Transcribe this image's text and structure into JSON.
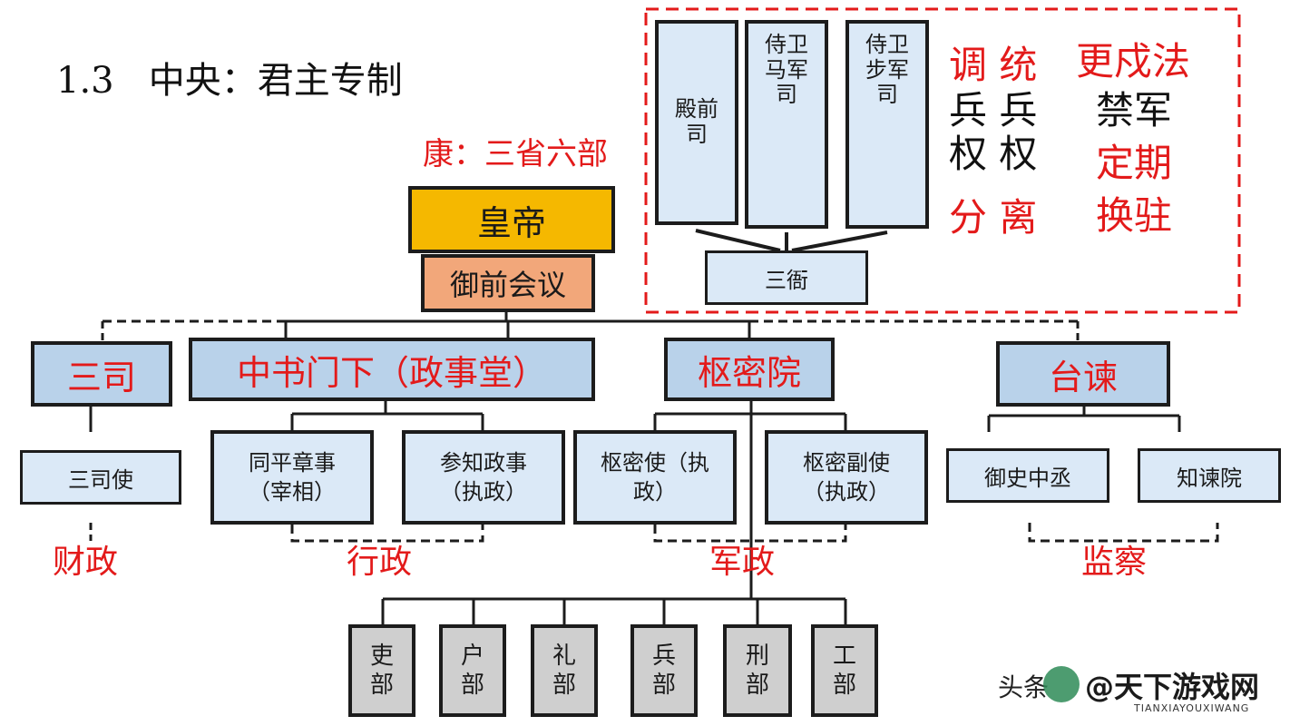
{
  "colors": {
    "red": "#e31a1a",
    "emperor": "#f5b800",
    "council": "#f2a77a",
    "blue_light": "#dbe9f7",
    "blue_mid": "#b9d2ea",
    "gray": "#cfcfcf"
  },
  "slide": {
    "title": "1.3   中央：君主专制",
    "overlay_text": "康：三省六部"
  },
  "top": {
    "emperor": "皇帝",
    "council": "御前会议"
  },
  "guards": {
    "dianqian": "殿前\n司",
    "mabu": "侍卫\n马军\n司",
    "buju": "侍卫\n步军\n司",
    "sanya": "三衙"
  },
  "policies": {
    "line1_left": "调 统",
    "line2_left": "兵 兵",
    "line3_left": "权 权",
    "line4_left": "分 离",
    "right1": "更戍法",
    "right2": "禁军",
    "right3": "定期",
    "right4": "换驻"
  },
  "departments": {
    "sansi": "三司",
    "zhongshu": "中书门下（政事堂）",
    "shumi": "枢密院",
    "taijian": "台谏"
  },
  "officials": {
    "sansishi": "三司使",
    "tongping": "同平章事\n（宰相）",
    "canzhi": "参知政事\n（执政）",
    "shumishi": "枢密使（执\n政）",
    "shumifu": "枢密副使\n（执政）",
    "yushi": "御史中丞",
    "zhijian": "知谏院"
  },
  "functions": {
    "caizheng": "财政",
    "xingzheng": "行政",
    "junzheng": "军政",
    "jiancha": "监察"
  },
  "ministries": [
    "吏\n部",
    "户\n部",
    "礼\n部",
    "兵\n部",
    "刑\n部",
    "工\n部"
  ],
  "watermark": {
    "prefix": "头条",
    "brand": "@天下游戏网",
    "pinyin": "TIANXIAYOUXIWANG"
  }
}
